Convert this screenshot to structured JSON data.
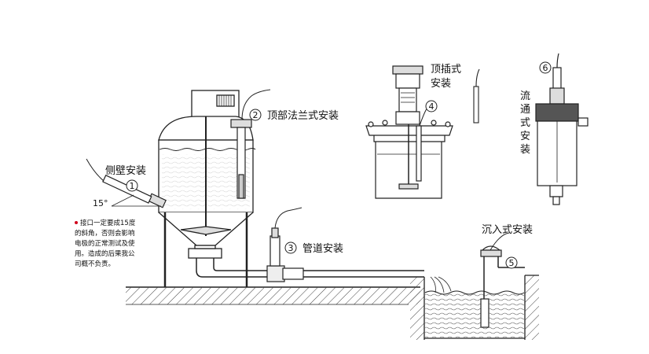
{
  "labels": {
    "side_wall": "侧壁安装",
    "top_flange": "顶部法兰式安装",
    "pipeline": "管道安装",
    "top_insert_line1": "顶插式",
    "top_insert_line2": "安装",
    "flow_through": [
      "流",
      "通",
      "式",
      "安",
      "装"
    ],
    "immersion": "沉入式安装"
  },
  "markers": [
    "1",
    "2",
    "3",
    "4",
    "5",
    "6"
  ],
  "angle_label": "15°",
  "note_lines": [
    "接口一定要成15度",
    "的斜角，否则会影响",
    "电极的正常测试及使",
    "用。造成的后果我公",
    "司概不负责。"
  ],
  "colors": {
    "line": "#222222",
    "ground_hatch": "#444444",
    "note_bullet": "#d0021b",
    "liquid": "#f2f2f2"
  }
}
